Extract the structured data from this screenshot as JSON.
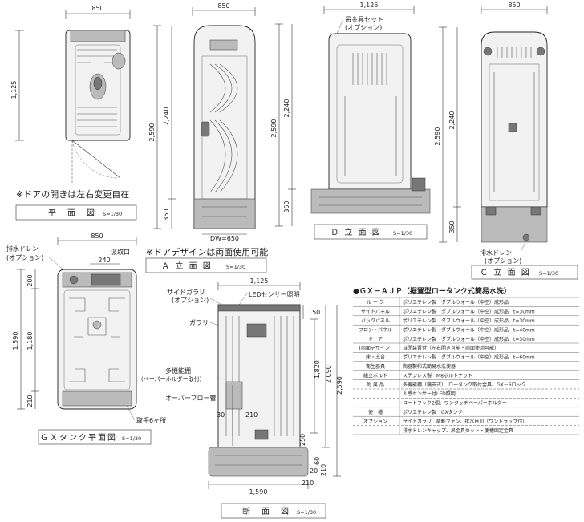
{
  "plan_view": {
    "width_dim": "850",
    "depth_dim": "1,125",
    "note": "※ドアの開きは左右変更自在",
    "caption": "平　面　図",
    "scale": "S=1/30"
  },
  "a_elevation": {
    "width_dim": "850",
    "height_total": "2,590",
    "height_body": "2,240",
    "height_base": "350",
    "door_width": "DW=650",
    "note": "※ドアデザインは両面使用可能",
    "caption": "Ａ 立 面 図",
    "scale": "S=1/30"
  },
  "d_elevation": {
    "width_dim": "1,125",
    "hanger_label_1": "吊金具セット",
    "hanger_label_2": "(オプション)",
    "height_total": "2,590",
    "height_body": "2,240",
    "height_base": "350",
    "caption": "Ｄ 立 面 図",
    "scale": "S=1/30"
  },
  "c_elevation": {
    "width_dim": "850",
    "height_total": "2,590",
    "height_body": "2,240",
    "height_base": "350",
    "drain_label_1": "排水ドレン",
    "drain_label_2": "(オプション)",
    "caption": "Ｃ 立 面 図",
    "scale": "S=1/30"
  },
  "tank_plan": {
    "drain_label_1": "排水ドレン",
    "drain_label_2": "(オプション)",
    "width_dim": "850",
    "intake_label": "汲取口",
    "intake_dim": "240",
    "depth_total": "1,590",
    "depth_top": "200",
    "depth_mid": "1,180",
    "depth_bottom": "210",
    "handle_label": "取手6ヶ所",
    "caption": "ＧＸタンク平面図",
    "scale": "S=1/30"
  },
  "section": {
    "width_top": "1,125",
    "side_gallery_1": "サイドガラリ",
    "side_gallery_2": "(オプション)",
    "led_label": "LEDセンサー照明",
    "gallery_label": "ガラリ",
    "shelf_label_1": "多機能棚",
    "shelf_label_2": "(ペーパーホルダー取付)",
    "overflow_label": "オーバーフロー管",
    "dim_150": "150",
    "dim_1820": "1,820",
    "dim_2090": "2,090",
    "dim_2590": "2,590",
    "dim_30": "30",
    "dim_210_inner": "210",
    "dim_250": "250",
    "dim_60": "60",
    "dim_20": "20",
    "dim_210_base": "210",
    "width_bottom": "1,590",
    "dim_210_bottom": "210",
    "caption": "断　面　図",
    "scale": "S=1/30"
  },
  "spec_table": {
    "title": "●ＧＸ－ＡＪＰ（据置型ロータンク式簡易水洗）",
    "rows": [
      {
        "item": "ル ー フ",
        "spec": "ポリエチレン製　ダブルウォール（中空）成形品"
      },
      {
        "item": "サイドパネル",
        "spec": "ポリエチレン製　ダブルウォール（中空）成形品　t=30mm"
      },
      {
        "item": "バックパネル",
        "spec": "ポリエチレン製　ダブルウォール（中空）成形品　t=30mm"
      },
      {
        "item": "フロントパネル",
        "spec": "ポリエチレン製　ダブルウォール（中空）成形品　t=40mm"
      },
      {
        "item": "ド　ア",
        "spec": "ポリエチレン製　ダブルウォール（中空）成形品　t=30mm"
      },
      {
        "item": "(両面デザイン)",
        "spec": "自閉装置付（左右開き可能・両面使用可能）"
      },
      {
        "item": "床・土台",
        "spec": "ポリエチレン製　ダブルウォール（中空）成形品　t=60mm"
      },
      {
        "item": "衛生器具",
        "spec": "陶器製和式簡易水洗便器"
      },
      {
        "item": "組立ボルト",
        "spec": "ステンレス製　M8ボルトナット"
      },
      {
        "item": "附 属 品",
        "spec": "多機能棚（鏡支式）、ロータンク取付金具、GX－6ロック"
      },
      {
        "item": "",
        "spec": "人感センサー付LED照明"
      },
      {
        "item": "",
        "spec": "コートフック2個、ワンタッチペーパーホルダー"
      },
      {
        "item": "便　槽",
        "spec": "ポリエチレン製　GXタンク"
      },
      {
        "item": "オプション",
        "spec": "サイドガラリ、竜動ファン、排水目皿（ワントラップ付）"
      },
      {
        "item": "",
        "spec": "排水ドレンキャップ、吊金具セット・便槽固定金具"
      }
    ]
  }
}
